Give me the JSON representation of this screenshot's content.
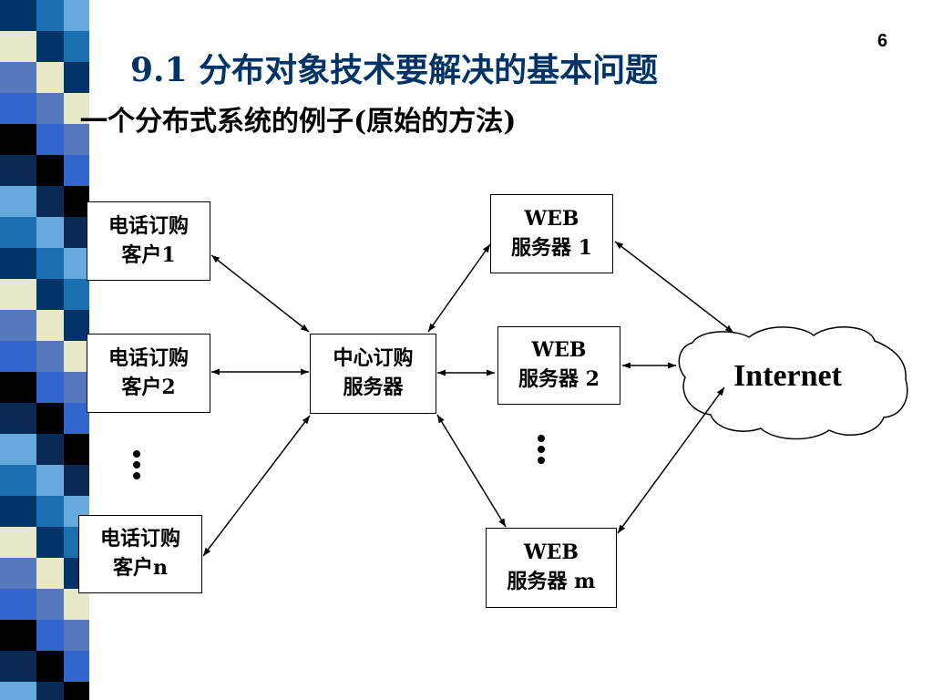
{
  "slide": {
    "page_number": "6",
    "title": "9.1 分布对象技术要解决的基本问题",
    "subtitle": "一个分布式系统的例子(原始的方法)"
  },
  "diagram": {
    "clients": [
      {
        "line1": "电话订购",
        "line2": "客户1"
      },
      {
        "line1": "电话订购",
        "line2": "客户2"
      },
      {
        "line1": "电话订购",
        "line2": "客户n"
      }
    ],
    "center": {
      "line1": "中心订购",
      "line2": "服务器"
    },
    "web_servers": [
      {
        "line1": "WEB",
        "line2": "服务器 1"
      },
      {
        "line1": "WEB",
        "line2": "服务器 2"
      },
      {
        "line1": "WEB",
        "line2": "服务器 m"
      }
    ],
    "internet": "Internet",
    "colors": {
      "title": "#003366",
      "stripe": [
        "#003366",
        "#3366cc",
        "#66aadd",
        "#e8e8c8",
        "#000000",
        "#1a6fb0",
        "#5577bb",
        "#0a2a55"
      ]
    }
  }
}
